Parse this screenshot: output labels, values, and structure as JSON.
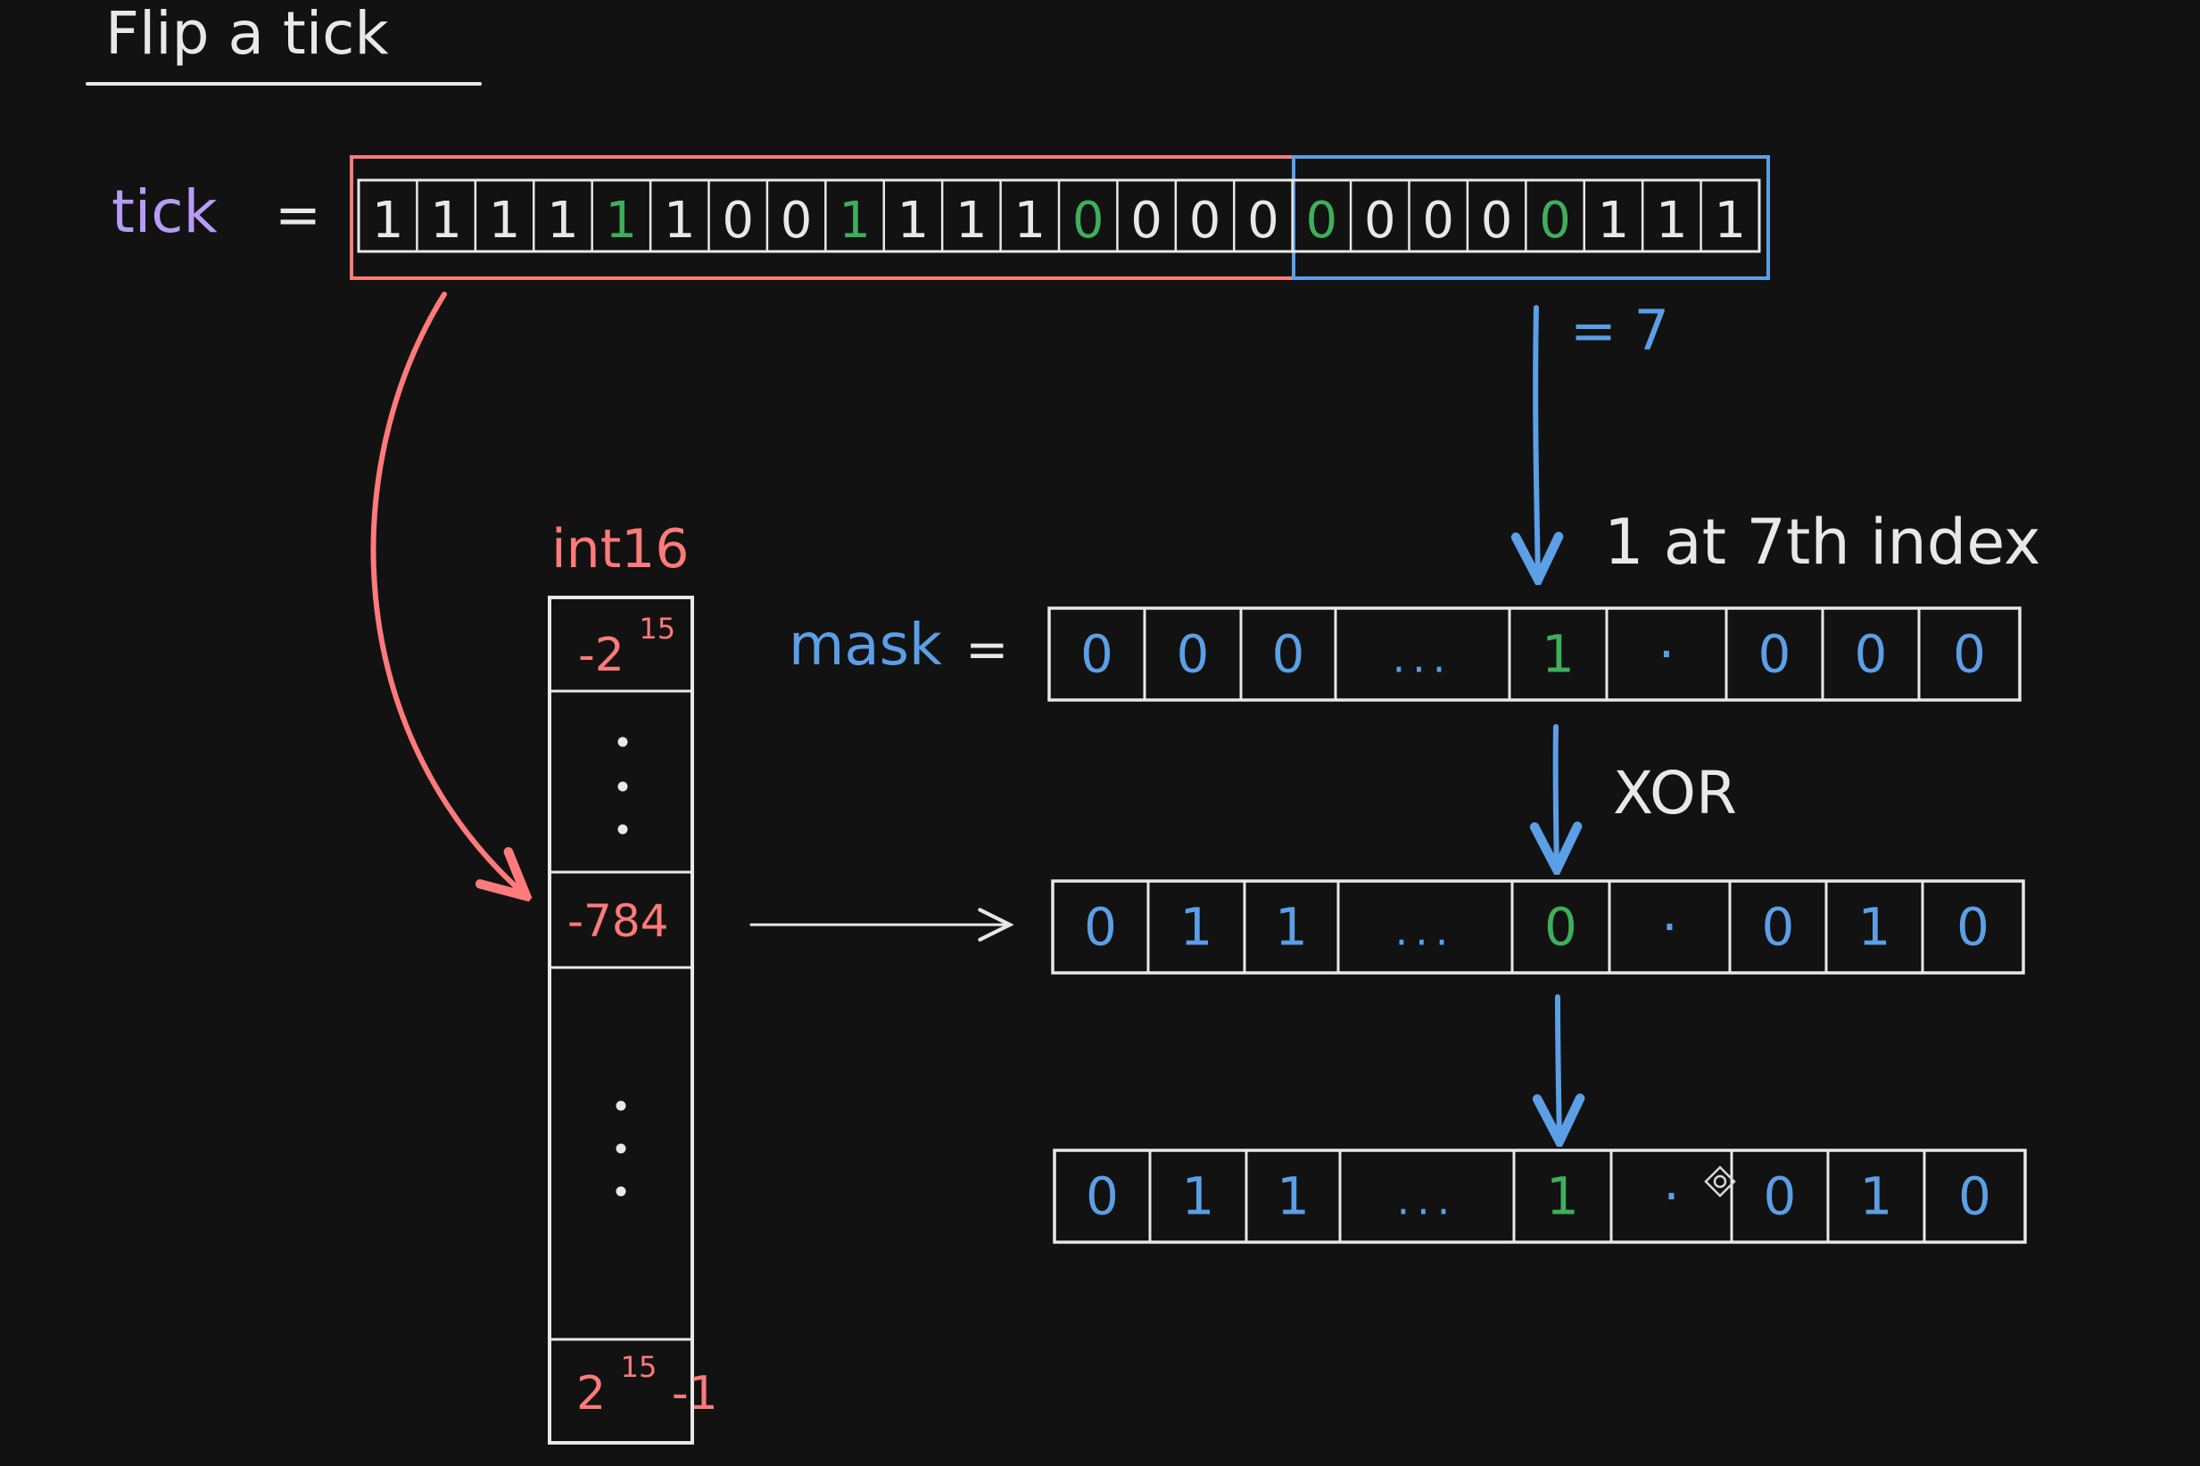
{
  "title": "Flip a tick",
  "tick": {
    "label": "tick",
    "equals": "=",
    "bits": [
      "1",
      "1",
      "1",
      "1",
      "1",
      "1",
      "0",
      "0",
      "1",
      "1",
      "1",
      "1",
      "0",
      "0",
      "0",
      "0",
      "0",
      "0",
      "0",
      "0",
      "0",
      "1",
      "1",
      "1"
    ],
    "highlight_indices": [
      4,
      8,
      12,
      16,
      20
    ],
    "word_pos_value": "= 7"
  },
  "int16": {
    "label": "int16",
    "cells": [
      {
        "kind": "power",
        "prefix": "-2",
        "exp": "15",
        "suffix": ""
      },
      {
        "kind": "dots"
      },
      {
        "kind": "text",
        "text": "-784"
      },
      {
        "kind": "dots"
      },
      {
        "kind": "power",
        "prefix": "2",
        "exp": "15",
        "suffix": "-1"
      }
    ]
  },
  "annotation": "1 at 7th index",
  "mask": {
    "label": "mask",
    "equals": "=",
    "cells": [
      "0",
      "0",
      "0",
      "...",
      "1",
      "·",
      "0",
      "0",
      "0"
    ],
    "highlight_index": 4
  },
  "operator": "XOR",
  "word_row": {
    "cells": [
      "0",
      "1",
      "1",
      "...",
      "0",
      "·",
      "0",
      "1",
      "0"
    ],
    "highlight_index": 4
  },
  "result_row": {
    "cells": [
      "0",
      "1",
      "1",
      "...",
      "1",
      "·",
      "0",
      "1",
      "0"
    ],
    "highlight_index": 4
  },
  "colors": {
    "background": "#121212",
    "ink": "#e8e8e8",
    "red": "#ff7a7a",
    "blue": "#5b9fe6",
    "green": "#3fae5a",
    "purple": "#b69cf5"
  }
}
